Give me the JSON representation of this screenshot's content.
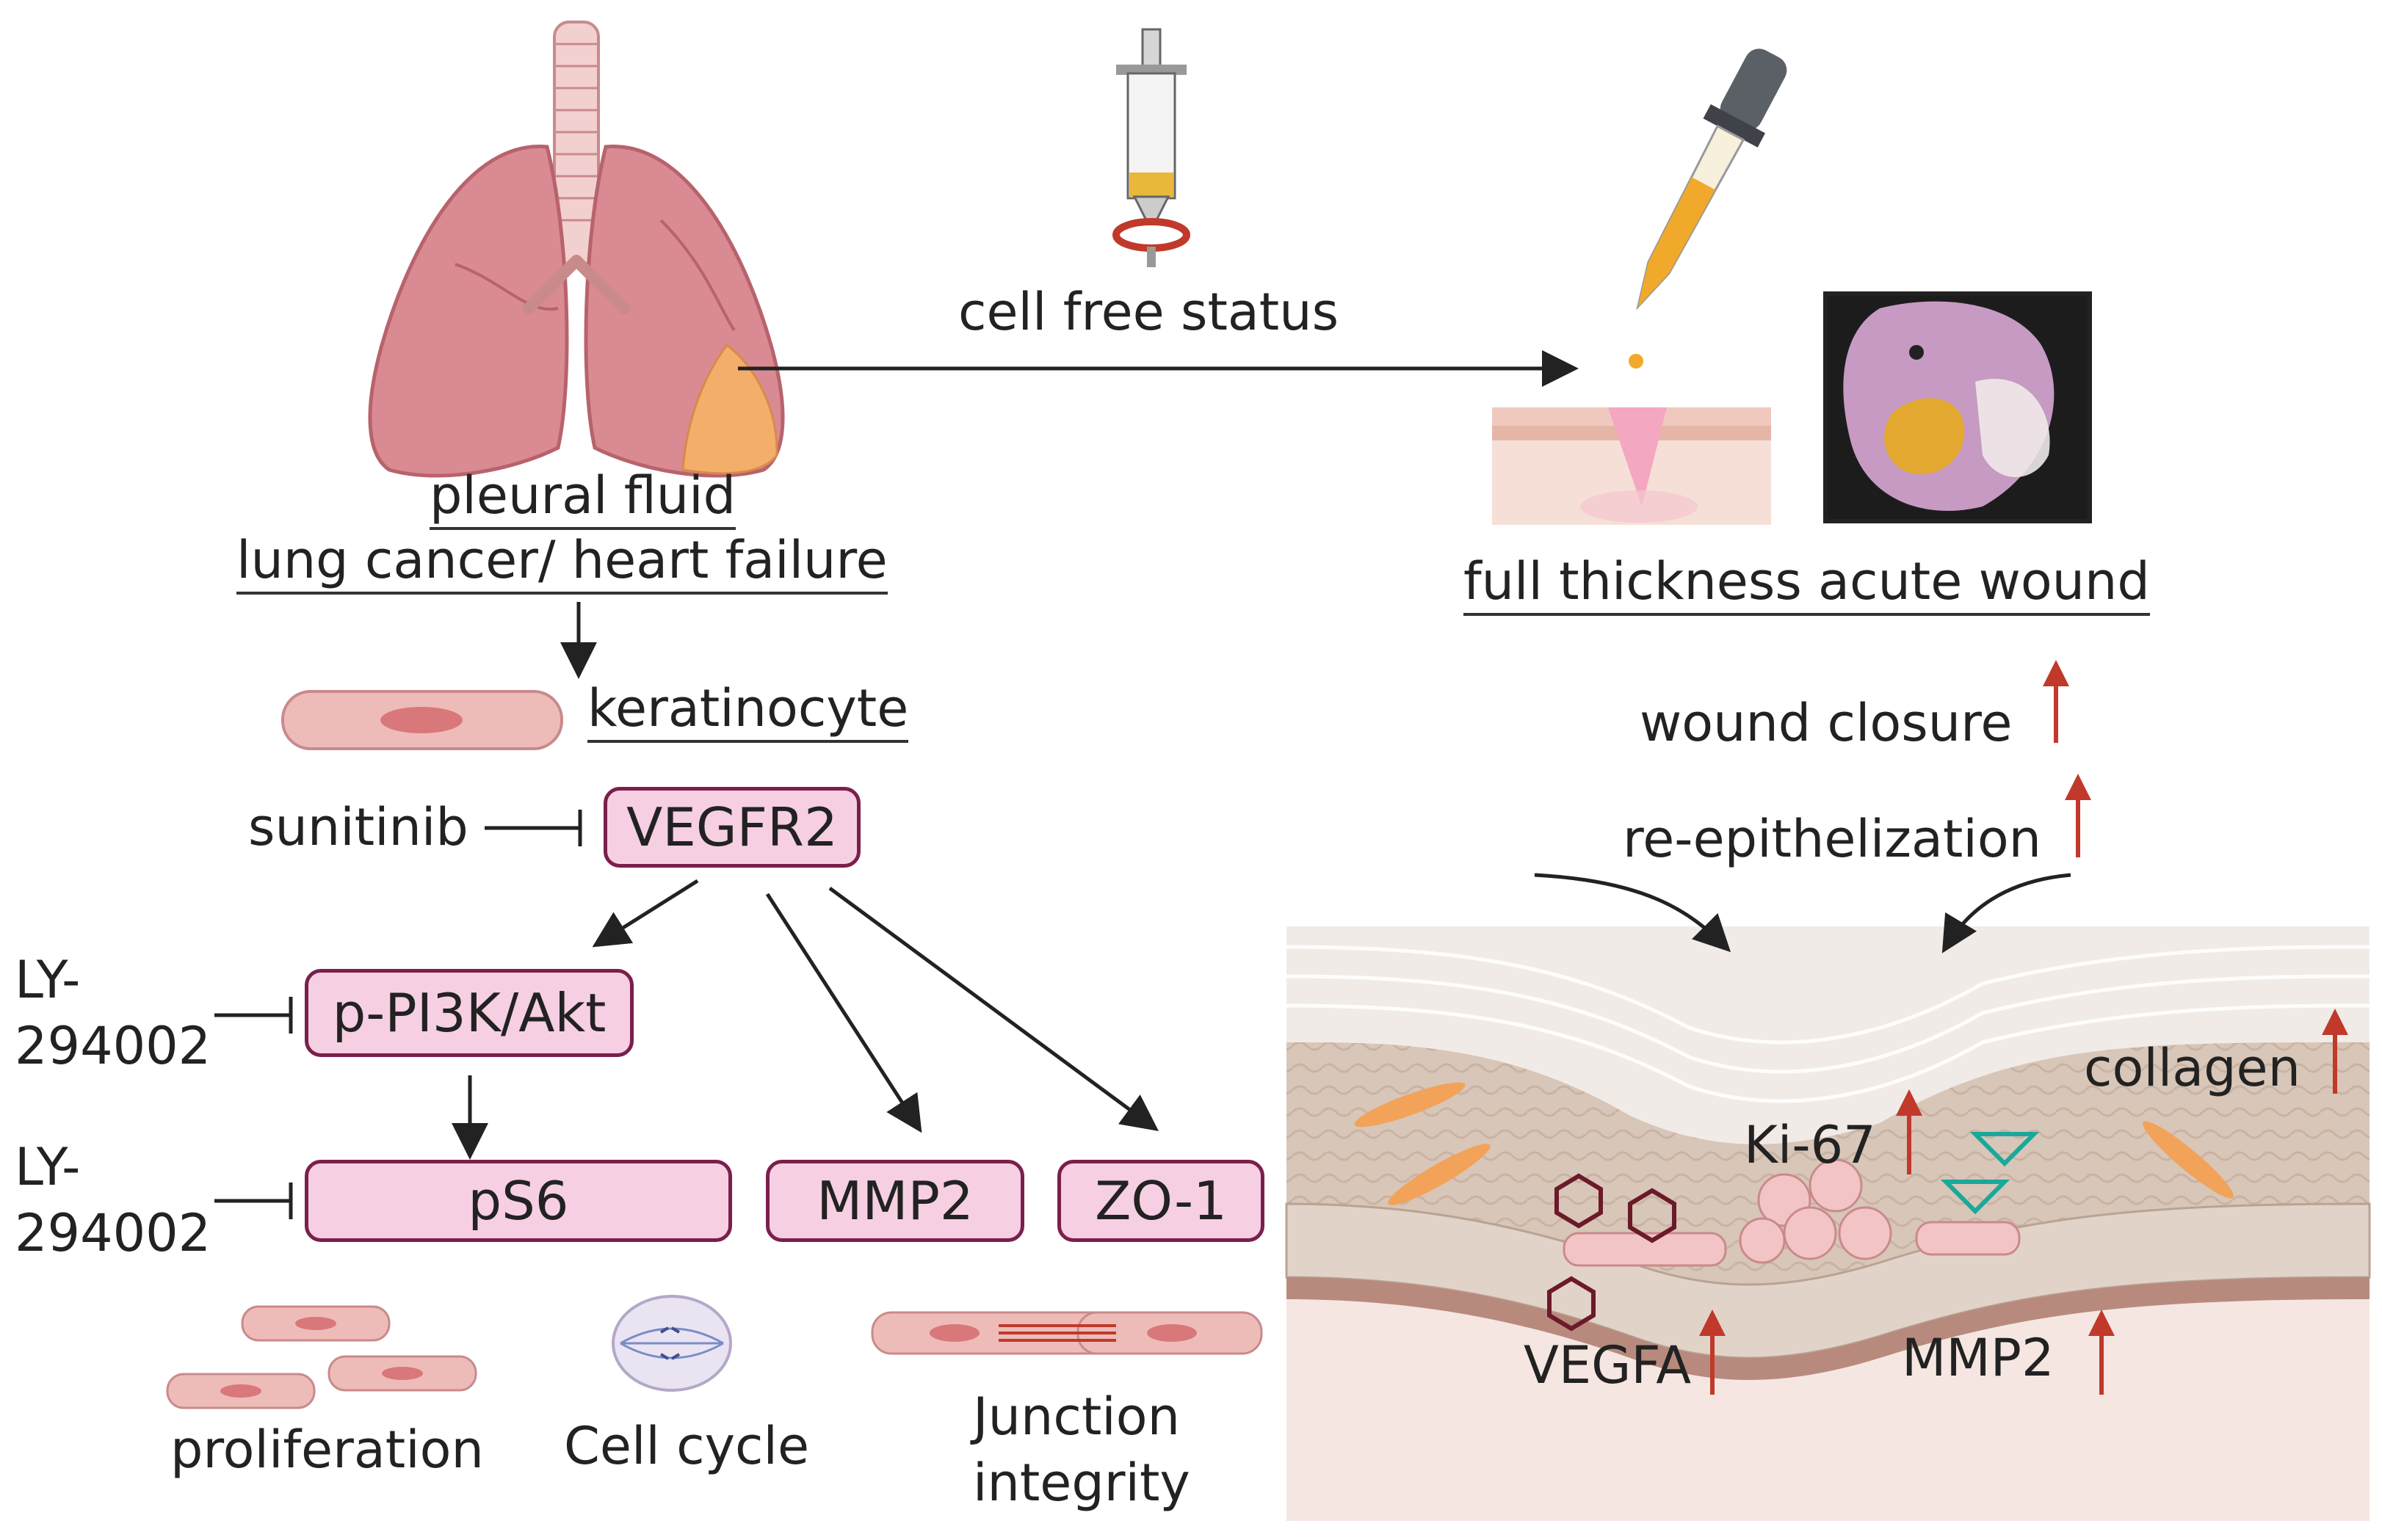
{
  "source_label": [
    "pleural fluid",
    "lung cancer/ heart failure"
  ],
  "process_label": "cell free status",
  "model_label": "full thickness acute wound",
  "cell_label": "keratinocyte",
  "inhibitor_vegfr2": "sunitinib",
  "inhibitor_pi3k": [
    "LY-",
    "294002"
  ],
  "inhibitor_ps6": [
    "LY-",
    "294002"
  ],
  "nodes": {
    "vegfr2": "VEGFR2",
    "pi3k": "p-PI3K/Akt",
    "ps6": "pS6",
    "mmp2": "MMP2",
    "zo1": "ZO-1"
  },
  "outcomes": {
    "proliferation": "proliferation",
    "cell_cycle": "Cell cycle",
    "junction": [
      "Junction",
      "integrity"
    ]
  },
  "in_vivo": {
    "wound_closure": "wound closure",
    "reepithelization": "re-epithelization",
    "collagen": "collagen",
    "ki67": "Ki-67",
    "vegfa": "VEGFA",
    "mmp2": "MMP2"
  },
  "colors": {
    "box_fill": "#f6cfe3",
    "box_border": "#7a1f4b",
    "up_arrow": "#c0392b",
    "lung": "#d98a92",
    "effusion": "#f3ae6a",
    "cell": "#eebcb8",
    "nucleus": "#d9787a"
  }
}
